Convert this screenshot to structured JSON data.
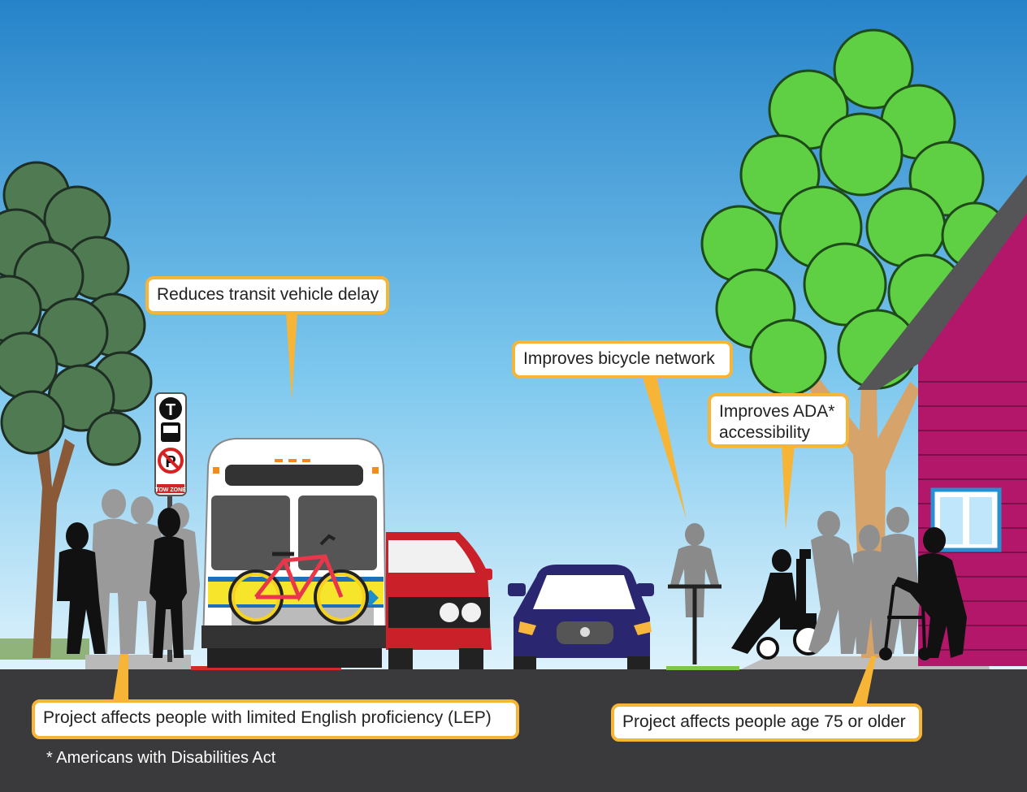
{
  "callouts": {
    "transit_delay": "Reduces transit vehicle delay",
    "bicycle_network": "Improves bicycle network",
    "ada_line1": "Improves ADA*",
    "ada_line2": "accessibility",
    "lep": "Project affects people with limited English proficiency (LEP)",
    "age75": "Project affects people age 75 or older"
  },
  "footnote": "* Americans with Disabilities Act",
  "sign": {
    "transit_letter": "T",
    "no_parking_letter": "P",
    "tow_zone": "TOW ZONE"
  },
  "colors": {
    "callout_border": "#f7b538",
    "road": "#3a3a3c",
    "sky_top": "#2a86cc",
    "sky_bottom": "#d8f0fb",
    "house": "#b3176a",
    "tree_light": "#5fcf44",
    "tree_dark": "#4f7a52"
  }
}
